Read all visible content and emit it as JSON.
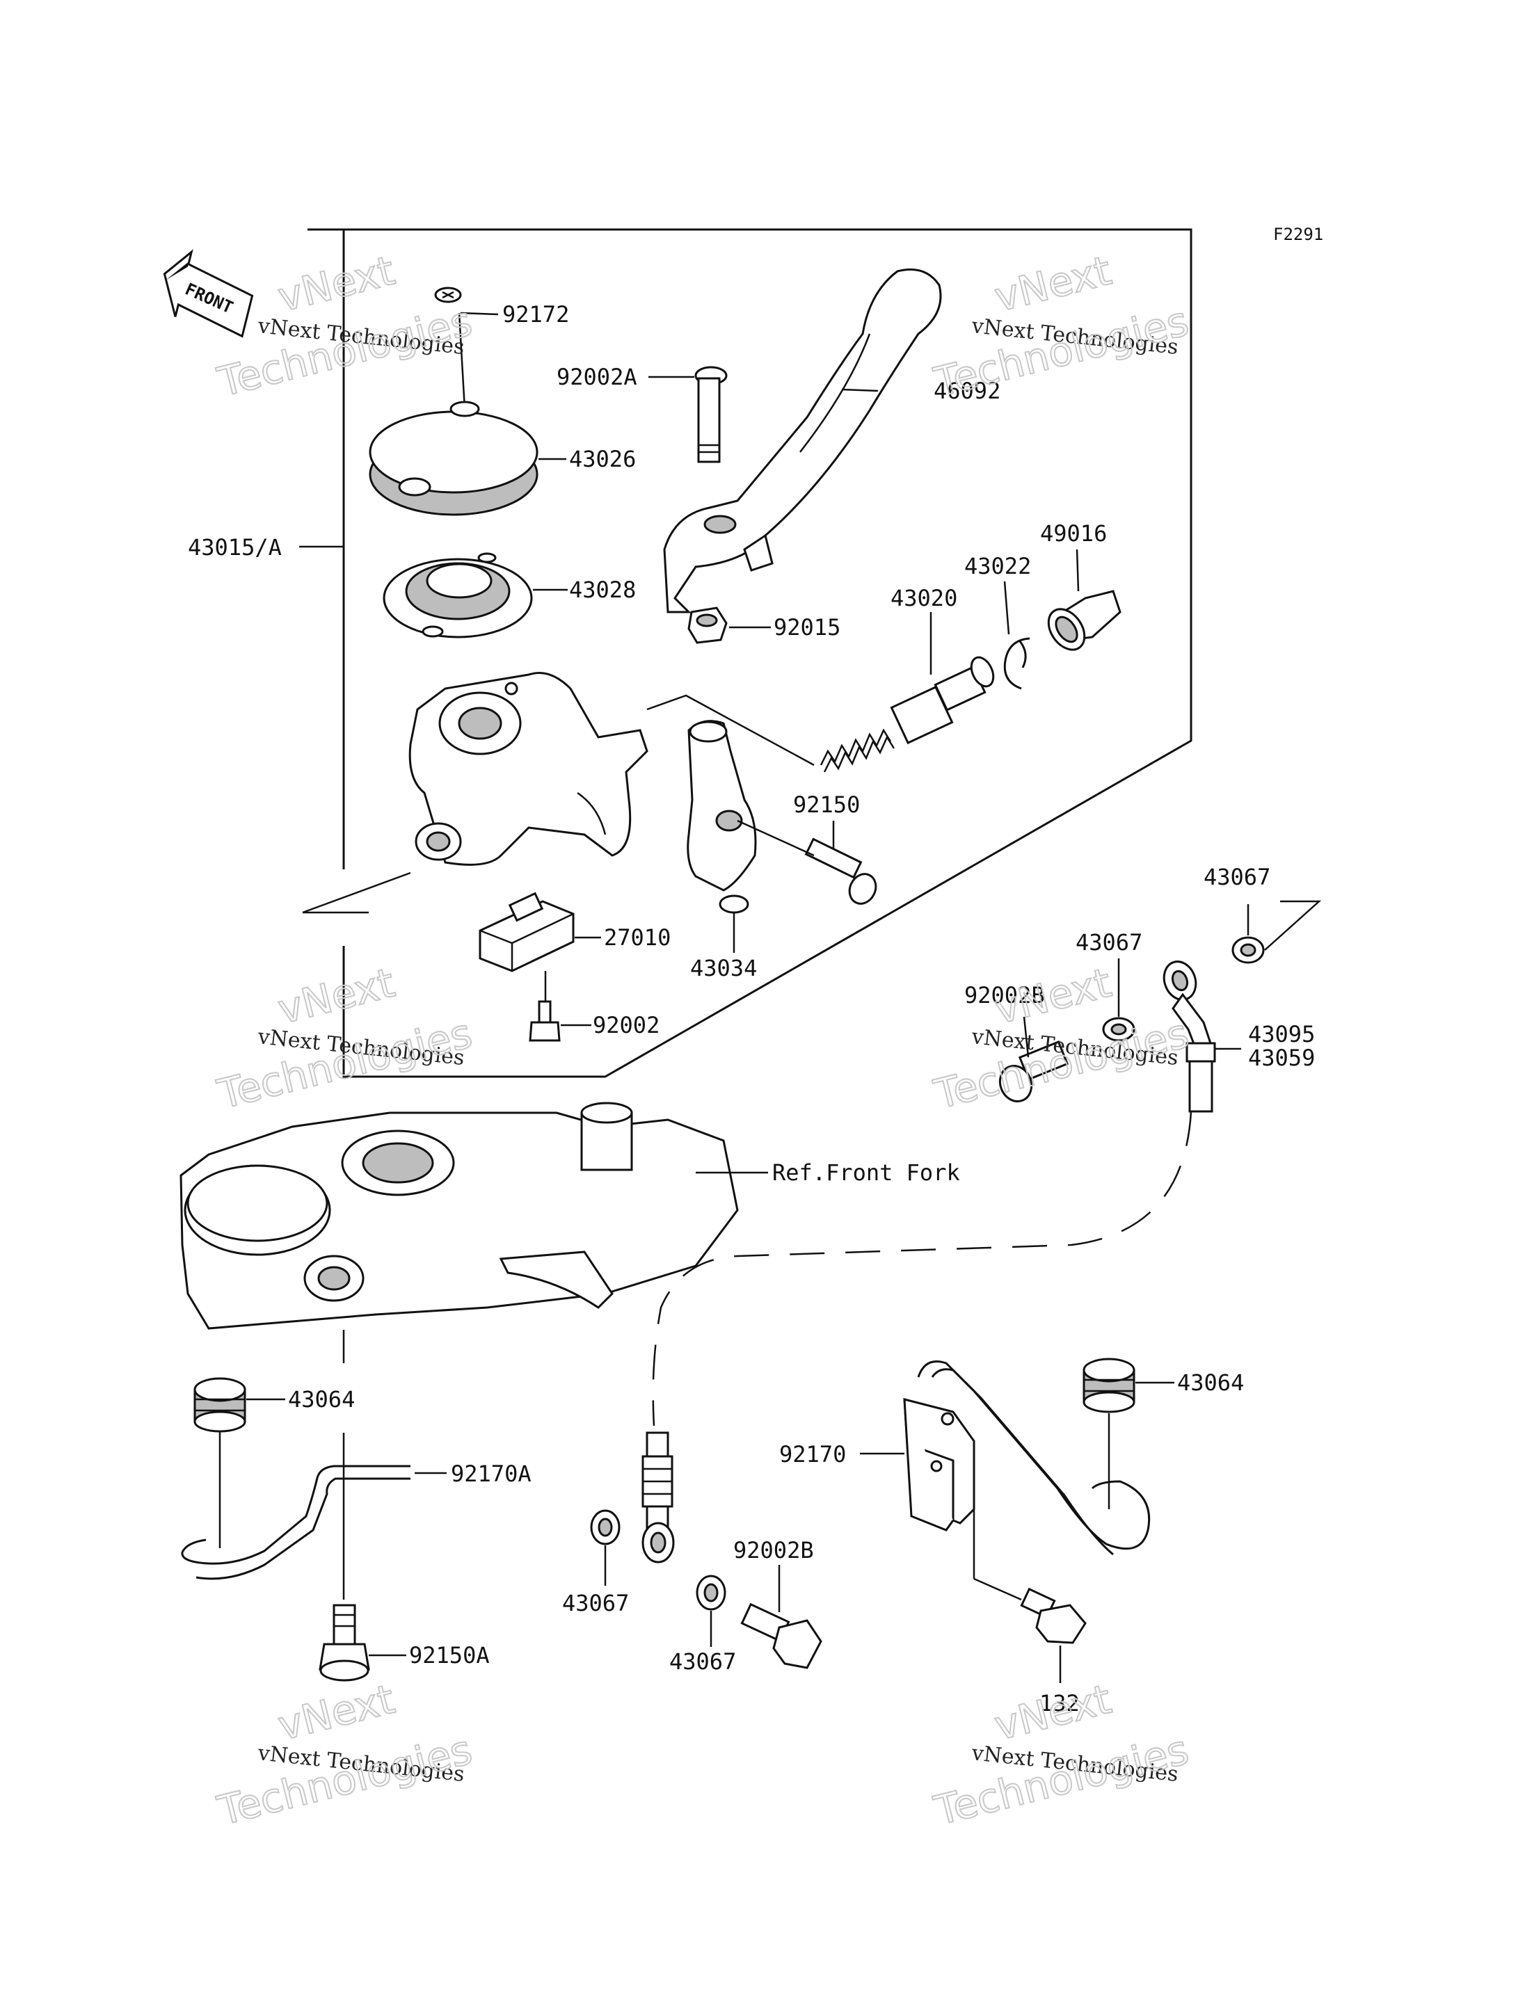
{
  "diagram_code": "F2291",
  "front_marker": "FRONT",
  "ref_label": "Ref.Front Fork",
  "watermark": {
    "line1": "vNext Technologies",
    "line2": "Technologies",
    "line3": "vNext"
  },
  "labels": {
    "p92172": "92172",
    "p92002A": "92002A",
    "p46092": "46092",
    "p43026": "43026",
    "p43015A": "43015/A",
    "p49016": "49016",
    "p43022": "43022",
    "p43028": "43028",
    "p43020": "43020",
    "p92015": "92015",
    "p92150": "92150",
    "p43067a": "43067",
    "p43067b": "43067",
    "p27010": "27010",
    "p43034": "43034",
    "p92002B": "92002B",
    "p92002": "92002",
    "p43095": "43095",
    "p43059": "43059",
    "p43064a": "43064",
    "p43064b": "43064",
    "p92170A": "92170A",
    "p92170": "92170",
    "p92002Bb": "92002B",
    "p43067c": "43067",
    "p43067d": "43067",
    "p92150A": "92150A",
    "p132": "132"
  }
}
